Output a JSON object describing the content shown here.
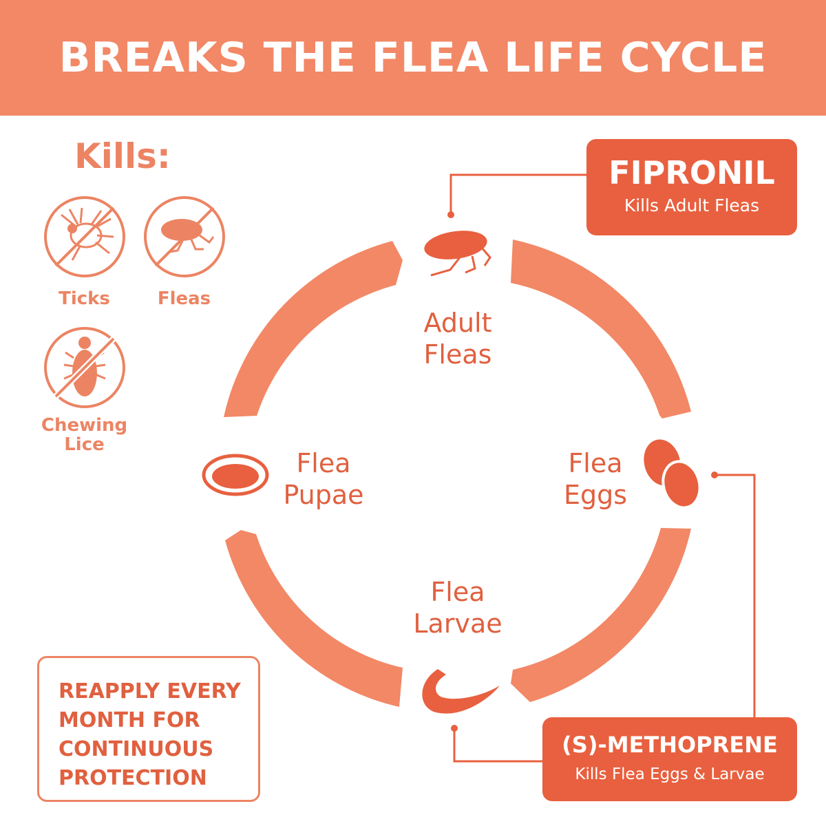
{
  "header": {
    "title": "BREAKS THE FLEA LIFE CYCLE"
  },
  "kills": {
    "title": "Kills:",
    "pests": [
      {
        "label": "Ticks",
        "icon": "tick-icon"
      },
      {
        "label": "Fleas",
        "icon": "flea-icon"
      },
      {
        "label_line1": "Chewing",
        "label_line2": "Lice",
        "icon": "lice-icon"
      }
    ]
  },
  "cycle": {
    "stages": [
      {
        "line1": "Adult",
        "line2": "Fleas"
      },
      {
        "line1": "Flea",
        "line2": "Eggs"
      },
      {
        "line1": "Flea",
        "line2": "Larvae"
      },
      {
        "line1": "Flea",
        "line2": "Pupae"
      }
    ]
  },
  "ingredients": [
    {
      "name": "FIPRONIL",
      "desc": "Kills Adult Fleas"
    },
    {
      "name": "(S)-METHOPRENE",
      "desc": "Kills Flea Eggs & Larvae"
    }
  ],
  "reapply": {
    "lines": [
      "REAPPLY EVERY",
      "MONTH FOR",
      "CONTINUOUS",
      "PROTECTION"
    ]
  },
  "colors": {
    "header_bg": "#f28866",
    "ring": "#f28866",
    "accent": "#e8603f",
    "text": "#e0603f"
  }
}
